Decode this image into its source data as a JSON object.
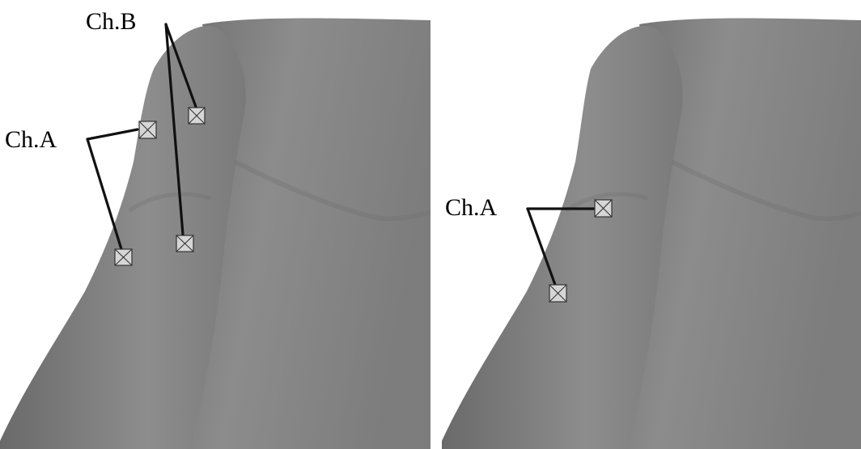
{
  "panels": [
    {
      "labels": {
        "channel_a": "Ch.A",
        "channel_b": "Ch.B"
      }
    },
    {
      "labels": {
        "channel_a": "Ch.A"
      }
    }
  ]
}
